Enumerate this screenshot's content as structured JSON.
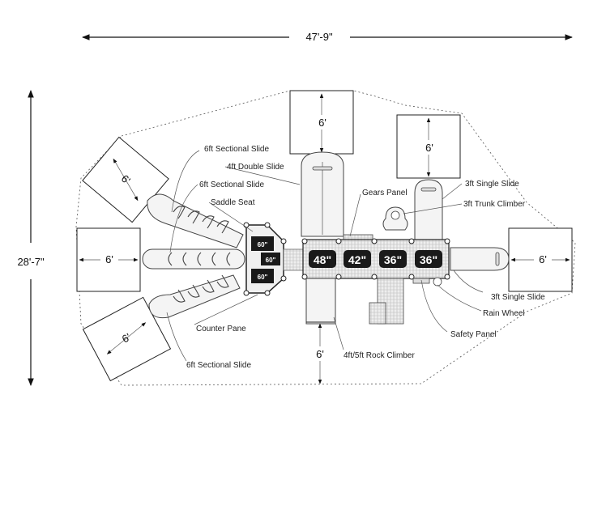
{
  "dimensions": {
    "overall_width": "47'-9\"",
    "overall_depth": "28'-7\"",
    "rock_climber_zone": "6'"
  },
  "use_zones": [
    {
      "label": "6'"
    },
    {
      "label": "6'"
    },
    {
      "label": "6'"
    },
    {
      "label": "6'"
    },
    {
      "label": "6'"
    },
    {
      "label": "6'"
    }
  ],
  "decks": [
    {
      "label": "48\""
    },
    {
      "label": "42\""
    },
    {
      "label": "36\""
    },
    {
      "label": "36\""
    }
  ],
  "small_decks": [
    {
      "label": "60\""
    },
    {
      "label": "60\""
    },
    {
      "label": "60\""
    }
  ],
  "callouts": [
    {
      "label": "6ft Sectional Slide"
    },
    {
      "label": "4ft Double Slide"
    },
    {
      "label": "6ft Sectional Slide"
    },
    {
      "label": "Saddle Seat"
    },
    {
      "label": "Gears Panel"
    },
    {
      "label": "3ft Single Slide"
    },
    {
      "label": "3ft Trunk Climber"
    },
    {
      "label": "3ft Single Slide"
    },
    {
      "label": "Rain Wheel"
    },
    {
      "label": "Safety Panel"
    },
    {
      "label": "4ft/5ft Rock Climber"
    },
    {
      "label": "Counter Pane"
    },
    {
      "label": "6ft Sectional Slide"
    }
  ],
  "colors": {
    "deck_fill": "#1a1a1a",
    "deck_text": "#ffffff",
    "line": "#222222"
  }
}
